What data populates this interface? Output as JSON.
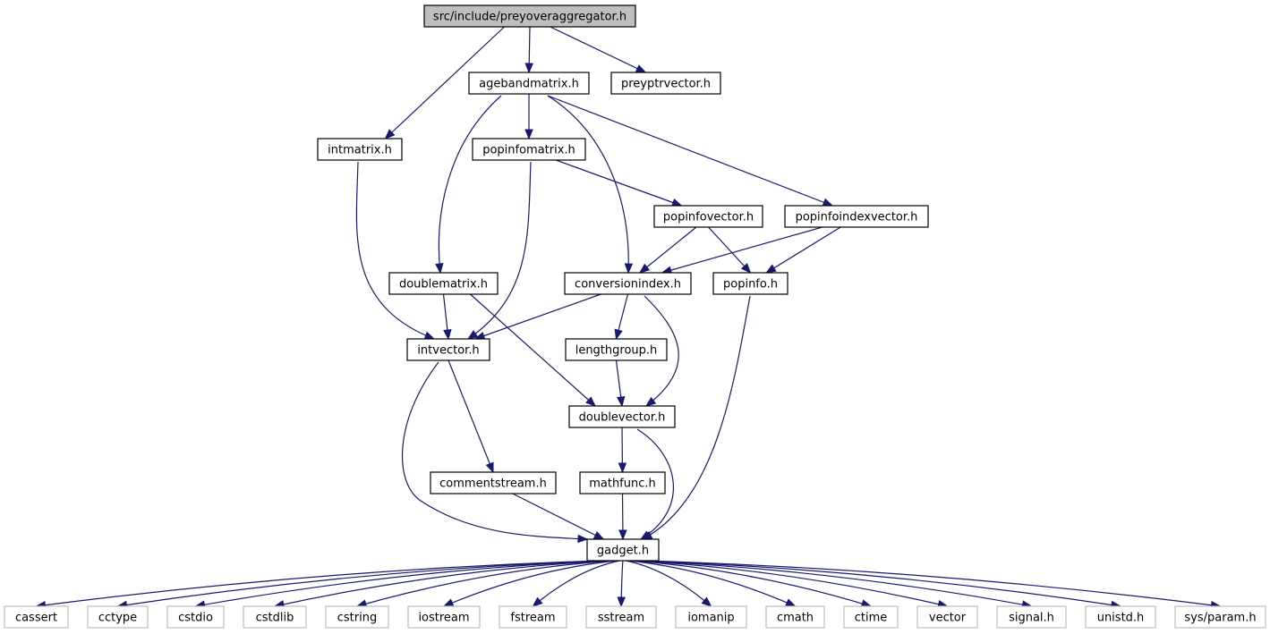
{
  "diagram": {
    "type": "include-dependency-graph",
    "colors": {
      "edge": "#191970",
      "root_fill": "#bfbfbf",
      "node_border": "#000000",
      "system_border": "#bfbfbf"
    },
    "nodes": [
      {
        "id": "root",
        "label": "src/include/preyoveraggregator.h",
        "kind": "root"
      },
      {
        "id": "agebandmatrix",
        "label": "agebandmatrix.h",
        "kind": "local"
      },
      {
        "id": "preyptrvector",
        "label": "preyptrvector.h",
        "kind": "local"
      },
      {
        "id": "intmatrix",
        "label": "intmatrix.h",
        "kind": "local"
      },
      {
        "id": "popinfomatrix",
        "label": "popinfomatrix.h",
        "kind": "local"
      },
      {
        "id": "popinfovector",
        "label": "popinfovector.h",
        "kind": "local"
      },
      {
        "id": "popinfoindexvector",
        "label": "popinfoindexvector.h",
        "kind": "local"
      },
      {
        "id": "doublematrix",
        "label": "doublematrix.h",
        "kind": "local"
      },
      {
        "id": "conversionindex",
        "label": "conversionindex.h",
        "kind": "local"
      },
      {
        "id": "popinfo",
        "label": "popinfo.h",
        "kind": "local"
      },
      {
        "id": "intvector",
        "label": "intvector.h",
        "kind": "local"
      },
      {
        "id": "lengthgroup",
        "label": "lengthgroup.h",
        "kind": "local"
      },
      {
        "id": "doublevector",
        "label": "doublevector.h",
        "kind": "local"
      },
      {
        "id": "commentstream",
        "label": "commentstream.h",
        "kind": "local"
      },
      {
        "id": "mathfunc",
        "label": "mathfunc.h",
        "kind": "local"
      },
      {
        "id": "gadget",
        "label": "gadget.h",
        "kind": "local"
      },
      {
        "id": "cassert",
        "label": "cassert",
        "kind": "system"
      },
      {
        "id": "cctype",
        "label": "cctype",
        "kind": "system"
      },
      {
        "id": "cstdio",
        "label": "cstdio",
        "kind": "system"
      },
      {
        "id": "cstdlib",
        "label": "cstdlib",
        "kind": "system"
      },
      {
        "id": "cstring",
        "label": "cstring",
        "kind": "system"
      },
      {
        "id": "iostream",
        "label": "iostream",
        "kind": "system"
      },
      {
        "id": "fstream",
        "label": "fstream",
        "kind": "system"
      },
      {
        "id": "sstream",
        "label": "sstream",
        "kind": "system"
      },
      {
        "id": "iomanip",
        "label": "iomanip",
        "kind": "system"
      },
      {
        "id": "cmath",
        "label": "cmath",
        "kind": "system"
      },
      {
        "id": "ctime",
        "label": "ctime",
        "kind": "system"
      },
      {
        "id": "vector",
        "label": "vector",
        "kind": "system"
      },
      {
        "id": "signal",
        "label": "signal.h",
        "kind": "system"
      },
      {
        "id": "unistd",
        "label": "unistd.h",
        "kind": "system"
      },
      {
        "id": "sysparam",
        "label": "sys/param.h",
        "kind": "system"
      }
    ],
    "edges": [
      [
        "root",
        "agebandmatrix"
      ],
      [
        "root",
        "preyptrvector"
      ],
      [
        "root",
        "intmatrix"
      ],
      [
        "agebandmatrix",
        "popinfomatrix"
      ],
      [
        "agebandmatrix",
        "doublematrix"
      ],
      [
        "agebandmatrix",
        "conversionindex"
      ],
      [
        "agebandmatrix",
        "popinfoindexvector"
      ],
      [
        "intmatrix",
        "intvector"
      ],
      [
        "popinfomatrix",
        "popinfovector"
      ],
      [
        "popinfomatrix",
        "intvector"
      ],
      [
        "popinfovector",
        "conversionindex"
      ],
      [
        "popinfovector",
        "popinfo"
      ],
      [
        "popinfoindexvector",
        "conversionindex"
      ],
      [
        "popinfoindexvector",
        "popinfo"
      ],
      [
        "doublematrix",
        "intvector"
      ],
      [
        "doublematrix",
        "doublevector"
      ],
      [
        "conversionindex",
        "intvector"
      ],
      [
        "conversionindex",
        "lengthgroup"
      ],
      [
        "conversionindex",
        "doublevector"
      ],
      [
        "popinfo",
        "gadget"
      ],
      [
        "intvector",
        "commentstream"
      ],
      [
        "intvector",
        "gadget"
      ],
      [
        "lengthgroup",
        "doublevector"
      ],
      [
        "doublevector",
        "mathfunc"
      ],
      [
        "doublevector",
        "gadget"
      ],
      [
        "commentstream",
        "gadget"
      ],
      [
        "mathfunc",
        "gadget"
      ],
      [
        "gadget",
        "cassert"
      ],
      [
        "gadget",
        "cctype"
      ],
      [
        "gadget",
        "cstdio"
      ],
      [
        "gadget",
        "cstdlib"
      ],
      [
        "gadget",
        "cstring"
      ],
      [
        "gadget",
        "iostream"
      ],
      [
        "gadget",
        "fstream"
      ],
      [
        "gadget",
        "sstream"
      ],
      [
        "gadget",
        "iomanip"
      ],
      [
        "gadget",
        "cmath"
      ],
      [
        "gadget",
        "ctime"
      ],
      [
        "gadget",
        "vector"
      ],
      [
        "gadget",
        "signal"
      ],
      [
        "gadget",
        "unistd"
      ],
      [
        "gadget",
        "sysparam"
      ]
    ]
  }
}
